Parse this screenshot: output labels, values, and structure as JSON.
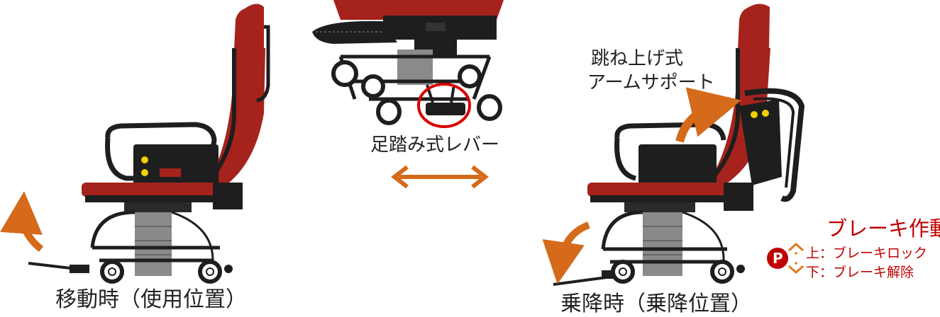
{
  "captions": {
    "left": "移動時（使用位置）",
    "right": "乗降時（乗降位置）"
  },
  "labels": {
    "lever": "足踏み式レバー",
    "armrest_line1": "跳ね上げ式",
    "armrest_line2": "アームサポート"
  },
  "brake": {
    "title": "ブレーキ作動",
    "up": "上：ブレーキロック",
    "down": "下：ブレーキ解除",
    "badge": "P"
  },
  "colors": {
    "seat_red": "#a5231c",
    "frame_black": "#1e1e1e",
    "arrow_orange": "#d46a1a",
    "brake_red": "#c00000",
    "pillar_gray": "#8a8a8a"
  }
}
